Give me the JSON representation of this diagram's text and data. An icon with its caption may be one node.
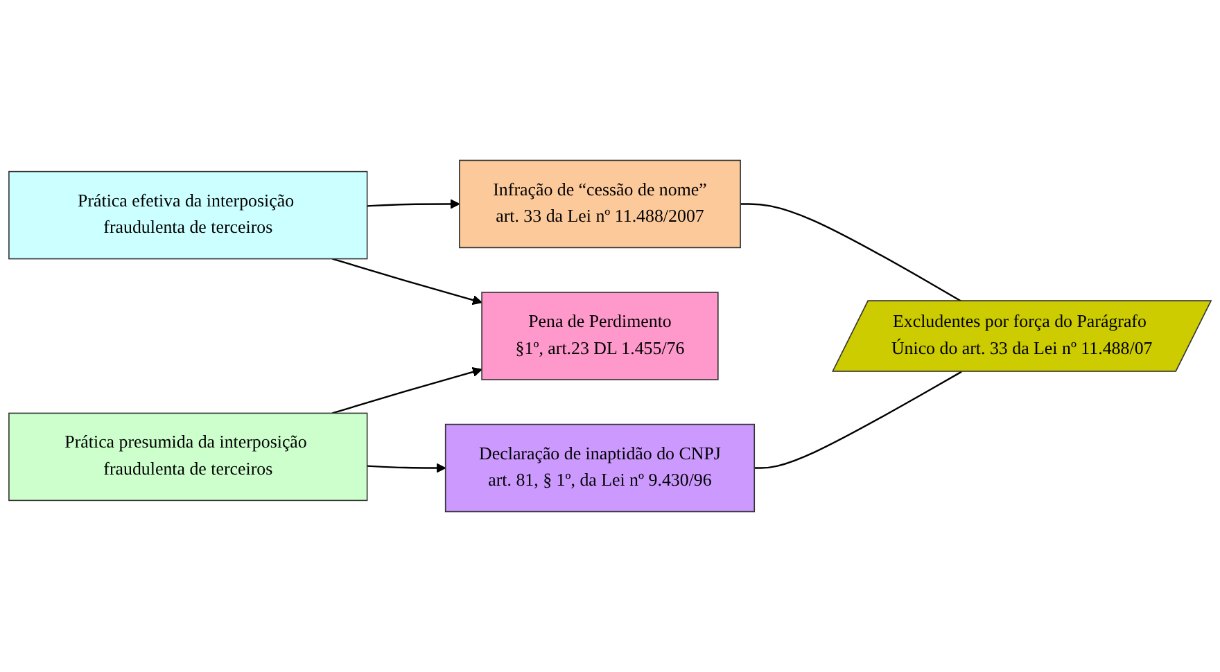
{
  "diagram": {
    "nodes": [
      {
        "text": [
          "Infração de “cessão de nome”",
          "art. 33 da Lei nº 11.488/2007"
        ]
      },
      {
        "text": [
          "Prática efetiva da interposição fraudulenta de terceiros"
        ]
      },
      {
        "text": [
          "Pena de Perdimento",
          "§1º, art.23 DL 1.455/76"
        ]
      },
      {
        "text": [
          "Prática presumida da interposição fraudulenta de terceiros"
        ]
      },
      {
        "text": [
          "Declaração de inaptidão do CNPJ",
          "art. 81, § 1º, da Lei nº 9.430/96"
        ]
      },
      {
        "text": [
          "Excludentes por força do Parágrafo Único do art. 33 da Lei nº 11.488/07"
        ]
      }
    ],
    "edges": [
      {
        "from": 1,
        "to": 0,
        "arrow": "to"
      },
      {
        "from": 1,
        "to": 2,
        "arrow": "to"
      },
      {
        "from": 3,
        "to": 2,
        "arrow": "to"
      },
      {
        "from": 3,
        "to": 4,
        "arrow": "to"
      },
      {
        "from": 0,
        "to": 5,
        "arrow": "none"
      },
      {
        "from": 4,
        "to": 5,
        "arrow": "none"
      }
    ]
  }
}
